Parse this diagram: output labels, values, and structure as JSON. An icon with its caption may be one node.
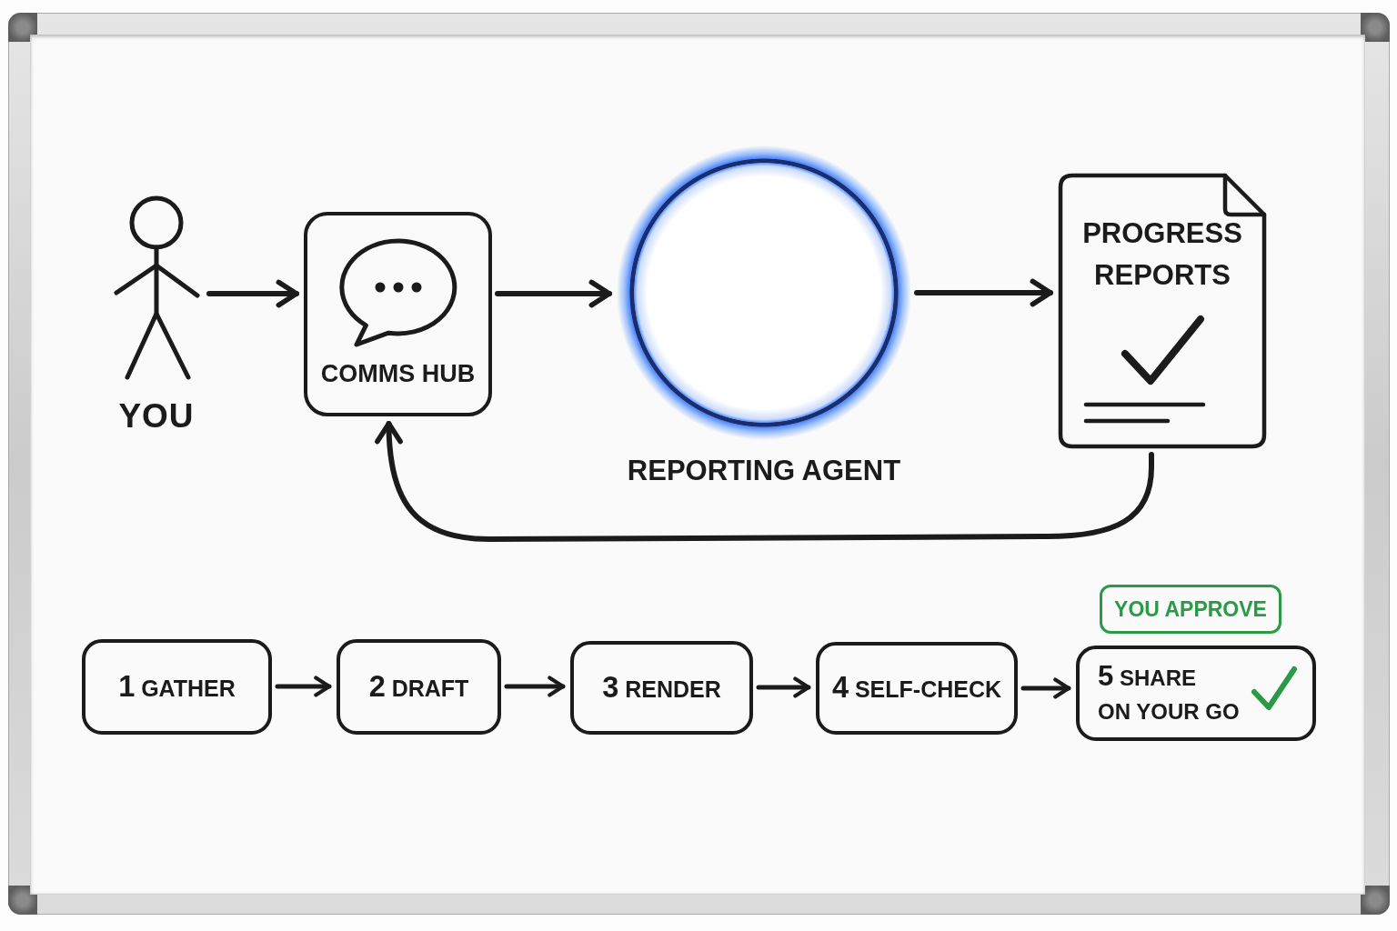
{
  "diagram": {
    "nodes": [
      {
        "text": [
          "YOU"
        ]
      },
      {
        "text": [
          "COMMS HUB"
        ]
      },
      {
        "text": [
          "REPORTING AGENT"
        ]
      },
      {
        "text": [
          "PROGRESS REPORTS"
        ]
      },
      {
        "text": [
          "1 GATHER"
        ]
      },
      {
        "text": [
          "2 DRAFT"
        ]
      },
      {
        "text": [
          "3 RENDER"
        ]
      },
      {
        "text": [
          "4 SELF-CHECK"
        ]
      },
      {
        "text": [
          "5 SHARE ON YOUR GO"
        ]
      },
      {
        "text": [
          "YOU APPROVE"
        ]
      }
    ],
    "edges": [
      {
        "from": 0,
        "to": 1,
        "arrow": "to"
      },
      {
        "from": 1,
        "to": 2,
        "arrow": "to"
      },
      {
        "from": 2,
        "to": 3,
        "arrow": "to"
      },
      {
        "from": 3,
        "to": 1,
        "arrow": "to"
      },
      {
        "from": 4,
        "to": 5,
        "arrow": "to"
      },
      {
        "from": 5,
        "to": 6,
        "arrow": "to"
      },
      {
        "from": 6,
        "to": 7,
        "arrow": "to"
      },
      {
        "from": 7,
        "to": 8,
        "arrow": "to"
      }
    ]
  }
}
